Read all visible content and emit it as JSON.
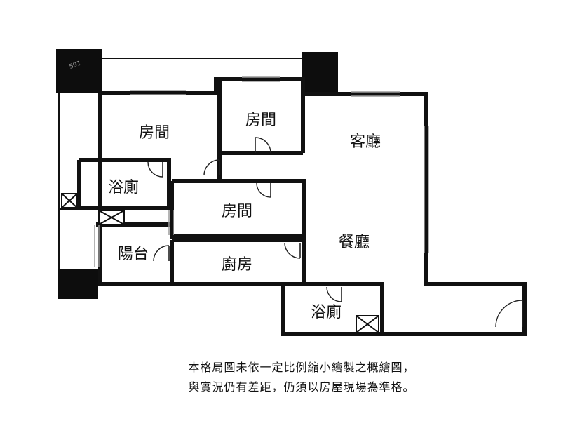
{
  "rooms": {
    "bedroom_left": "房間",
    "bedroom_top": "房間",
    "bedroom_mid": "房間",
    "living_room": "客廳",
    "dining_room": "餐廳",
    "bathroom_left": "浴廁",
    "bathroom_bottom": "浴廁",
    "balcony": "陽台",
    "kitchen": "廚房"
  },
  "watermark": "591",
  "disclaimer": {
    "line1": "本格局圖未依一定比例縮小繪製之概繪圖，",
    "line2": "與實況仍有差距，仍須以房屋現場為準格。"
  }
}
